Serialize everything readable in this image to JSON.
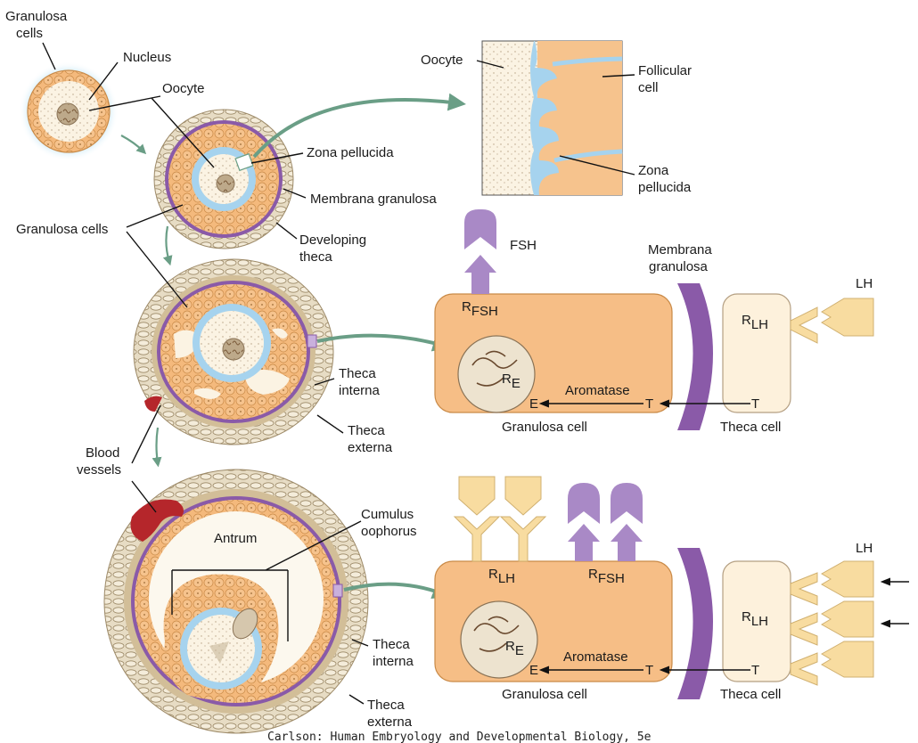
{
  "labels": {
    "granulosa_cells_top_line1": "Granulosa",
    "granulosa_cells_top_line2": "cells",
    "nucleus": "Nucleus",
    "oocyte_1": "Oocyte",
    "zona_pellucida_1": "Zona pellucida",
    "membrana_granulosa_1": "Membrana granulosa",
    "granulosa_cells_2": "Granulosa cells",
    "developing_theca_line1": "Developing",
    "developing_theca_line2": "theca",
    "inset_oocyte": "Oocyte",
    "follicular_cell_line1": "Follicular",
    "follicular_cell_line2": "cell",
    "inset_zona_line1": "Zona",
    "inset_zona_line2": "pellucida",
    "theca_interna_1_line1": "Theca",
    "theca_interna_1_line2": "interna",
    "theca_externa_1_line1": "Theca",
    "theca_externa_1_line2": "externa",
    "blood_vessels_line1": "Blood",
    "blood_vessels_line2": "vessels",
    "antrum": "Antrum",
    "cumulus_line1": "Cumulus",
    "cumulus_line2": "oophorus",
    "theca_interna_2_line1": "Theca",
    "theca_interna_2_line2": "interna",
    "theca_externa_2_line1": "Theca",
    "theca_externa_2_line2": "externa"
  },
  "hormone_panel_1": {
    "fsh": "FSH",
    "membrana_line1": "Membrana",
    "membrana_line2": "granulosa",
    "lh": "LH",
    "r_fsh_main": "R",
    "r_fsh_sub": "FSH",
    "r_lh_main": "R",
    "r_lh_sub": "LH",
    "r_e_main": "R",
    "r_e_sub": "E",
    "aromatase": "Aromatase",
    "e": "E",
    "t_granulosa": "T",
    "t_theca": "T",
    "granulosa_cell": "Granulosa cell",
    "theca_cell": "Theca cell"
  },
  "hormone_panel_2": {
    "lh": "LH",
    "r_lh_g_main": "R",
    "r_lh_g_sub": "LH",
    "r_fsh_main": "R",
    "r_fsh_sub": "FSH",
    "r_lh_t_main": "R",
    "r_lh_t_sub": "LH",
    "r_e_main": "R",
    "r_e_sub": "E",
    "aromatase": "Aromatase",
    "e": "E",
    "t_granulosa": "T",
    "t_theca": "T",
    "granulosa_cell": "Granulosa cell",
    "theca_cell": "Theca cell"
  },
  "caption": "Carlson: Human Embryology and Developmental Biology, 5e",
  "colors": {
    "granulosa": "#f4b97c",
    "granulosa_cell_box": "#f6be86",
    "theca_cell_box": "#fdf1dc",
    "zona": "#a6d3ee",
    "membrana": "#8a5aa8",
    "fsh": "#a989c6",
    "lh": "#f8dca0",
    "blood": "#b5262b",
    "green_arrow": "#6a9e86",
    "theca_tissue": "#d8c7a6"
  }
}
